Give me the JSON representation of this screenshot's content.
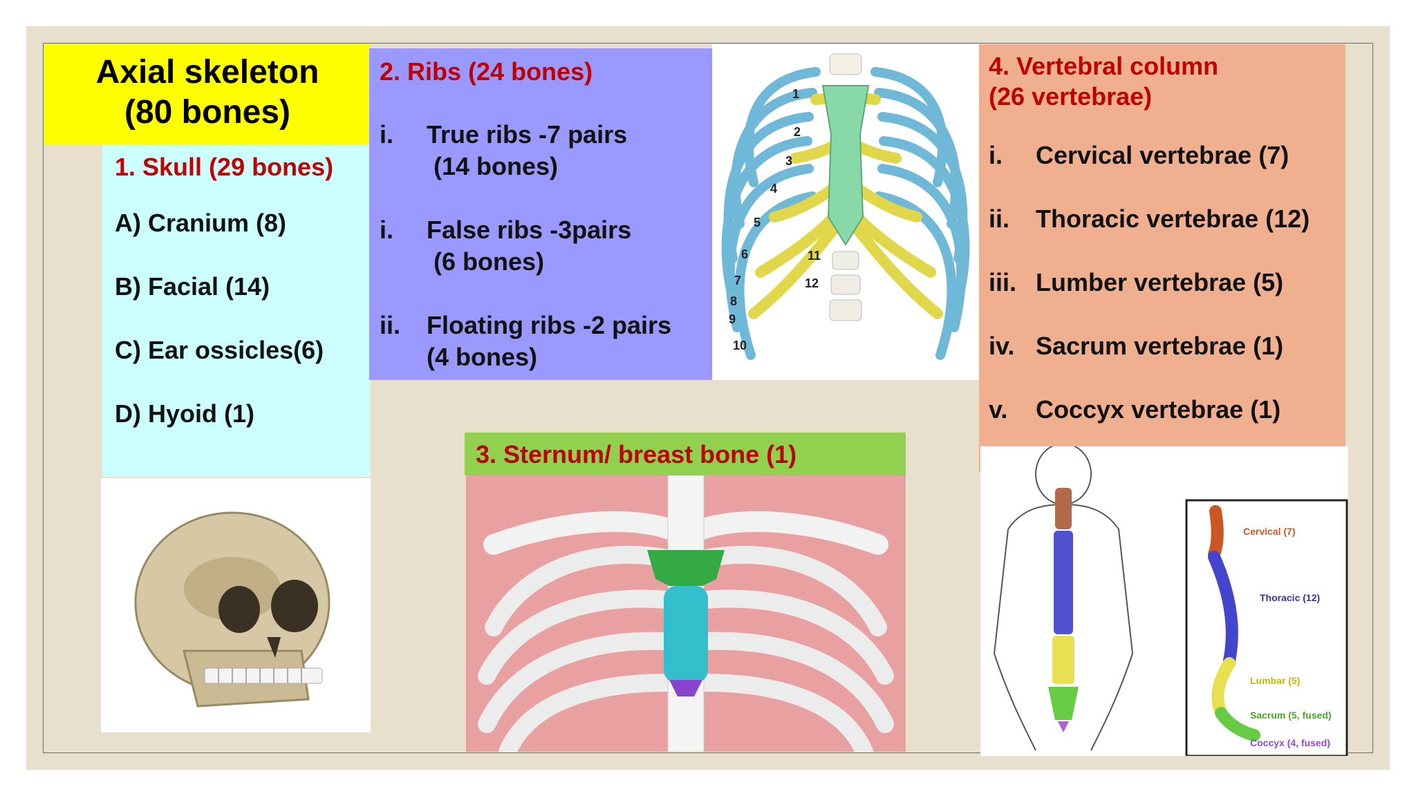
{
  "title": {
    "line1": "Axial skeleton",
    "line2": "(80 bones)"
  },
  "skull": {
    "heading": "1. Skull (29 bones)",
    "items": [
      "A) Cranium (8)",
      "B) Facial (14)",
      "C) Ear ossicles(6)",
      "D) Hyoid (1)"
    ]
  },
  "ribs": {
    "heading": "2. Ribs (24 bones)",
    "items": [
      {
        "num": "i.",
        "line1": "True ribs -7 pairs",
        "line2": " (14 bones)"
      },
      {
        "num": "i.",
        "line1": "False ribs -3pairs",
        "line2": " (6 bones)"
      },
      {
        "num": "ii.",
        "line1": "Floating ribs -2 pairs",
        "line2": "(4 bones)"
      }
    ]
  },
  "sternum": {
    "heading": "3. Sternum/ breast bone (1)"
  },
  "vertebral": {
    "heading_line1": "4. Vertebral column",
    "heading_line2": "(26 vertebrae)",
    "items": [
      {
        "num": "i.",
        "text": "Cervical vertebrae (7)"
      },
      {
        "num": "ii.",
        "text": "Thoracic vertebrae (12)"
      },
      {
        "num": "iii.",
        "text": "Lumber vertebrae (5)"
      },
      {
        "num": "iv.",
        "text": "Sacrum vertebrae (1)"
      },
      {
        "num": "v.",
        "text": "Coccyx vertebrae (1)"
      }
    ]
  },
  "ribcage_labels": [
    "1",
    "2",
    "3",
    "4",
    "5",
    "6",
    "7",
    "8",
    "9",
    "10",
    "11",
    "12"
  ],
  "spine_labels": [
    "Cervical (7)",
    "Thoracic (12)",
    "Lumbar (5)",
    "Sacrum (5, fused)",
    "Coccyx (4, fused)"
  ],
  "colors": {
    "title_bg": "#ffff00",
    "skull_bg": "#ccffff",
    "ribs_bg": "#9999ff",
    "vertebral_bg": "#f0b090",
    "sternum_bg": "#92d050",
    "heading_text": "#c00000"
  }
}
